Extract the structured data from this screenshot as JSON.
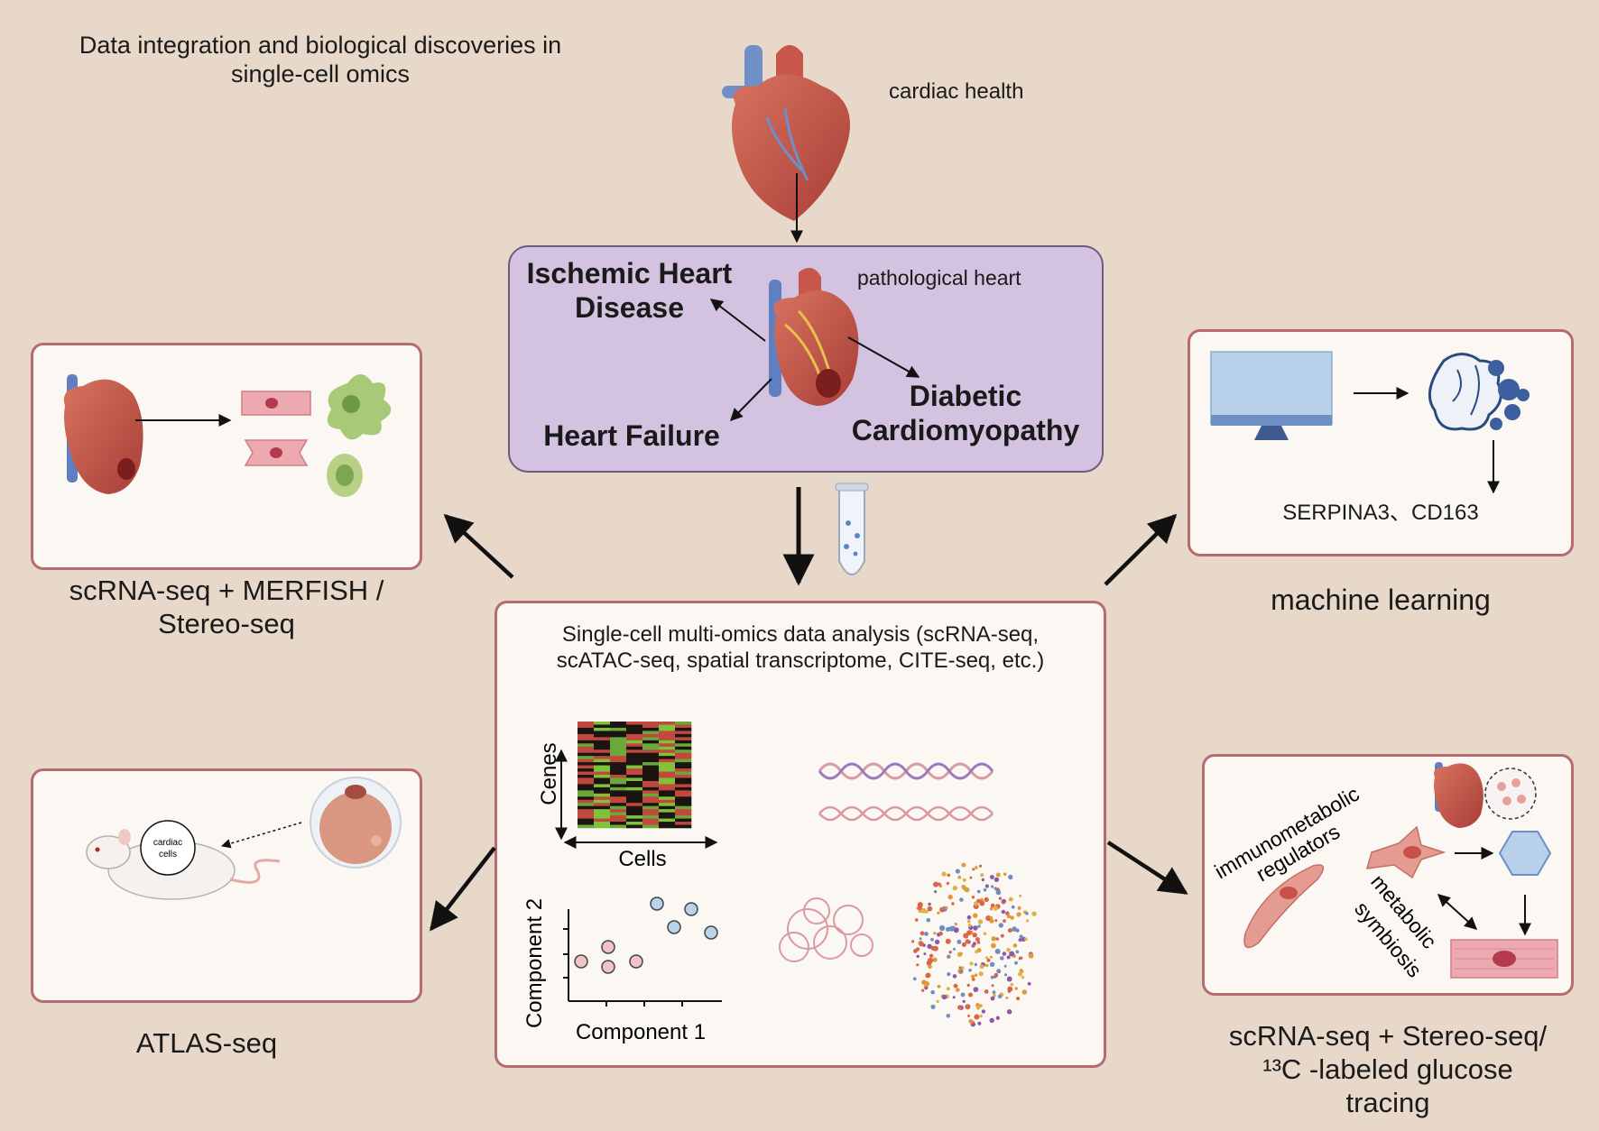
{
  "title_line1": "Data integration and biological discoveries in",
  "title_line2": "single-cell omics",
  "cardiac_health": "cardiac health",
  "pathological_heart": "pathological heart",
  "disease_ihd_line1": "Ischemic Heart",
  "disease_ihd_line2": "Disease",
  "disease_hf": "Heart Failure",
  "disease_dcm_line1": "Diabetic",
  "disease_dcm_line2": "Cardiomyopathy",
  "center_text_line1": "Single-cell multi-omics data analysis (scRNA-seq,",
  "center_text_line2": "scATAC-seq, spatial transcriptome, CITE-seq, etc.)",
  "heatmap_ylabel": "Cenes",
  "heatmap_xlabel": "Cells",
  "scatter_xlabel": "Component 1",
  "scatter_ylabel": "Component 2",
  "left_top_label_line1": "scRNA-seq + MERFISH /",
  "left_top_label_line2": "Stereo-seq",
  "left_bottom_label": "ATLAS-seq",
  "cardiac_cells_line1": "cardiac",
  "cardiac_cells_line2": "cells",
  "ml_label": "machine learning",
  "ml_genes": "SERPINA3、CD163",
  "right_bottom_label_line1": "scRNA-seq + Stereo-seq/",
  "right_bottom_label_line2": "¹³C -labeled glucose",
  "right_bottom_label_line3": "tracing",
  "immuno_line1": "immunometabolic",
  "immuno_line2": "regulators",
  "symb_line1": "metabolic",
  "symb_line2": "symbiosis",
  "colors": {
    "background": "#e7d8c9",
    "box_border": "#b86a6e",
    "purple_box": "#d3c3e0",
    "heart_red": "#c8564a",
    "vessel_blue": "#6f8fc7"
  }
}
